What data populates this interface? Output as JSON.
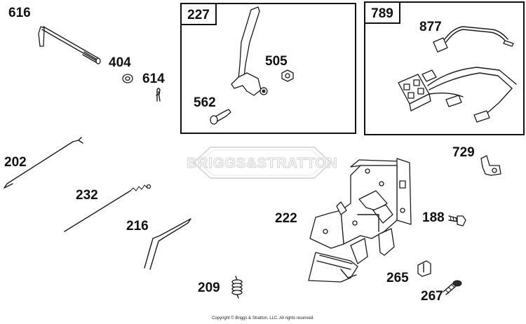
{
  "watermark": "BRIGGS&STRATTON",
  "copyright": "Copyright © Briggs & Stratton, LLC. All rights reserved.",
  "kits": [
    {
      "id": "227"
    },
    {
      "id": "789"
    }
  ],
  "labels": {
    "p616": "616",
    "p404": "404",
    "p614": "614",
    "p227": "227",
    "p505": "505",
    "p562": "562",
    "p789": "789",
    "p877": "877",
    "p202": "202",
    "p232": "232",
    "p216": "216",
    "p209": "209",
    "p222": "222",
    "p729": "729",
    "p188": "188",
    "p265": "265",
    "p267": "267"
  }
}
